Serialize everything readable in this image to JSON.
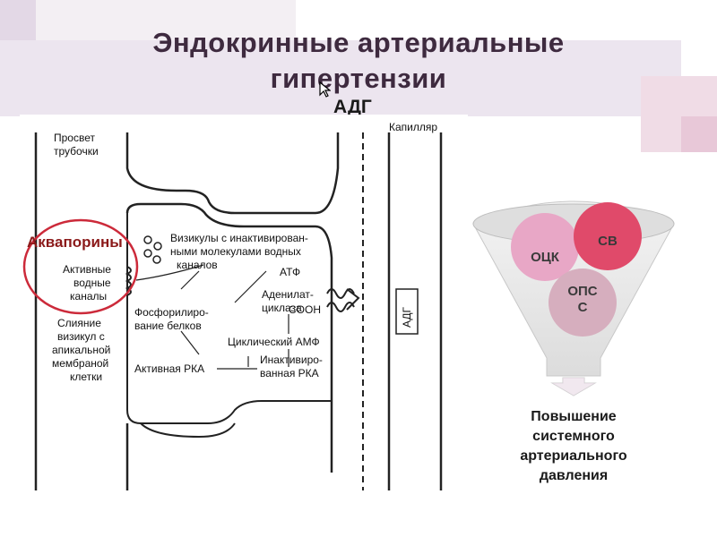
{
  "title": [
    "Эндокринные артериальные",
    "гипертензии"
  ],
  "adg_top": "АДГ",
  "diagram": {
    "lumen": [
      "Просвет",
      "трубочки"
    ],
    "capillary": "Капилляр",
    "vesicles": [
      "Визикулы с инактивирован-",
      "ными молекулами водных",
      "каналов"
    ],
    "atp": "АТФ",
    "active_channels": [
      "Активные",
      "водные",
      "каналы"
    ],
    "adenylate": [
      "Аденилат-",
      "циклаза"
    ],
    "cooh": "COOH",
    "phosph": [
      "Фосфорилиро-",
      "вание белков"
    ],
    "camp": "Циклический АМФ",
    "fusion": [
      "Слияние",
      "визикул с",
      "апикальной",
      "мембраной",
      "клетки"
    ],
    "active_pka": "Активная РКА",
    "inactive_pka": [
      "Инактивиро-",
      "ванная РКА"
    ],
    "adg_receptor": "АДГ"
  },
  "highlight": "Аквапорины",
  "funnel": {
    "circles": [
      {
        "label": "ОЦК",
        "color": "#e8a7c6"
      },
      {
        "label": "СВ",
        "color": "#e04a6a"
      },
      {
        "label": "ОПС С",
        "color": "#d6aebe"
      }
    ],
    "result": "Повышение системного артериального давления"
  },
  "colors": {
    "title_band": "#e9e0ee",
    "accent": "#c13a73",
    "highlight_ring": "#cc2a3a"
  }
}
